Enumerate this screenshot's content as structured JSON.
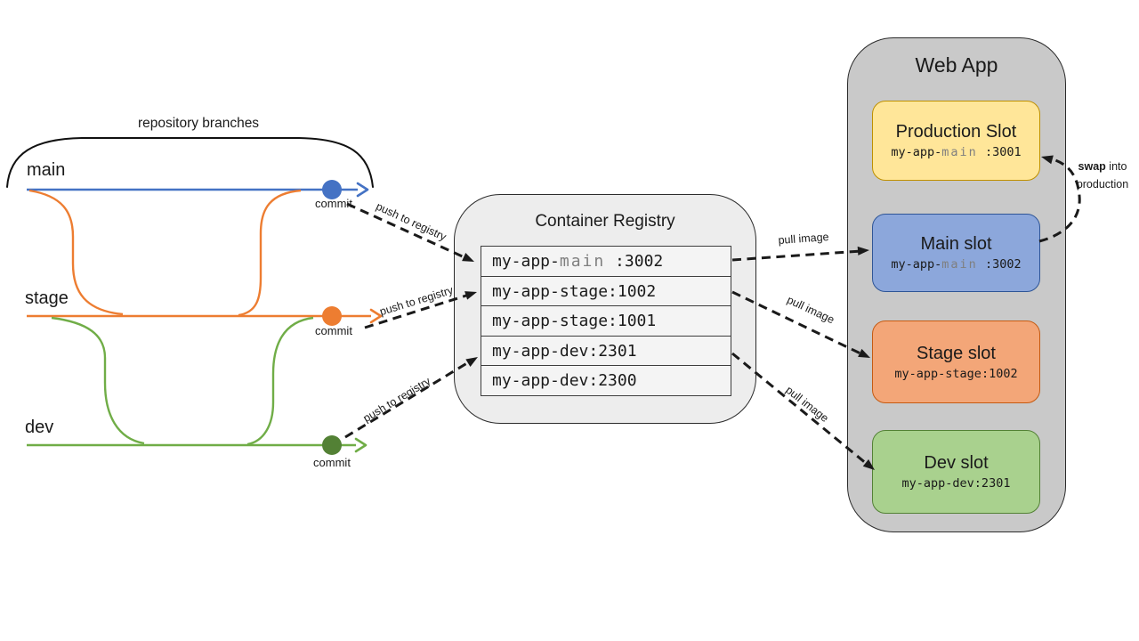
{
  "colors": {
    "branch-blue": "#4472C4",
    "branch-orange": "#ED7D31",
    "branch-green": "#70AD47",
    "dev-dot": "#538135",
    "em-gray": "#7f7f7f",
    "registry-bg": "#EDEDED",
    "row-bg": "#F4F4F4",
    "webapp-bg": "#C9C9C9",
    "slot-yellow": "#FFE699",
    "slot-yellow-border": "#BF9000",
    "slot-blue": "#8CA7DB",
    "slot-blue-border": "#2E5597",
    "slot-orange": "#F3A678",
    "slot-orange-border": "#C55A11",
    "slot-green": "#A9D18E",
    "slot-green-border": "#538135"
  },
  "branches": {
    "brace_label": "repository branches",
    "main": {
      "name": "main",
      "commit_label": "commit"
    },
    "stage": {
      "name": "stage",
      "commit_label": "commit"
    },
    "dev": {
      "name": "dev",
      "commit_label": "commit"
    }
  },
  "arrows": {
    "push_labels": [
      "push to registry",
      "push to registry",
      "push to registry"
    ],
    "pull_labels": [
      "pull image",
      "pull image",
      "pull image"
    ],
    "swap": {
      "bold": "swap",
      "rest": " into",
      "line2": "production"
    }
  },
  "registry": {
    "title": "Container Registry",
    "rows": [
      {
        "pre": "my-app-",
        "em": "main",
        "post": " :3002"
      },
      {
        "pre": "my-app-stage:1002"
      },
      {
        "pre": "my-app-stage:1001"
      },
      {
        "pre": "my-app-dev:2301"
      },
      {
        "pre": "my-app-dev:2300"
      }
    ]
  },
  "webapp": {
    "title": "Web App",
    "slots": [
      {
        "title": "Production Slot",
        "pre": "my-app-",
        "em": "main",
        "post": " :3001"
      },
      {
        "title": "Main slot",
        "pre": "my-app-",
        "em": "main",
        "post": " :3002"
      },
      {
        "title": "Stage slot",
        "pre": "my-app-stage:1002"
      },
      {
        "title": "Dev slot",
        "pre": "my-app-dev:2301"
      }
    ]
  }
}
